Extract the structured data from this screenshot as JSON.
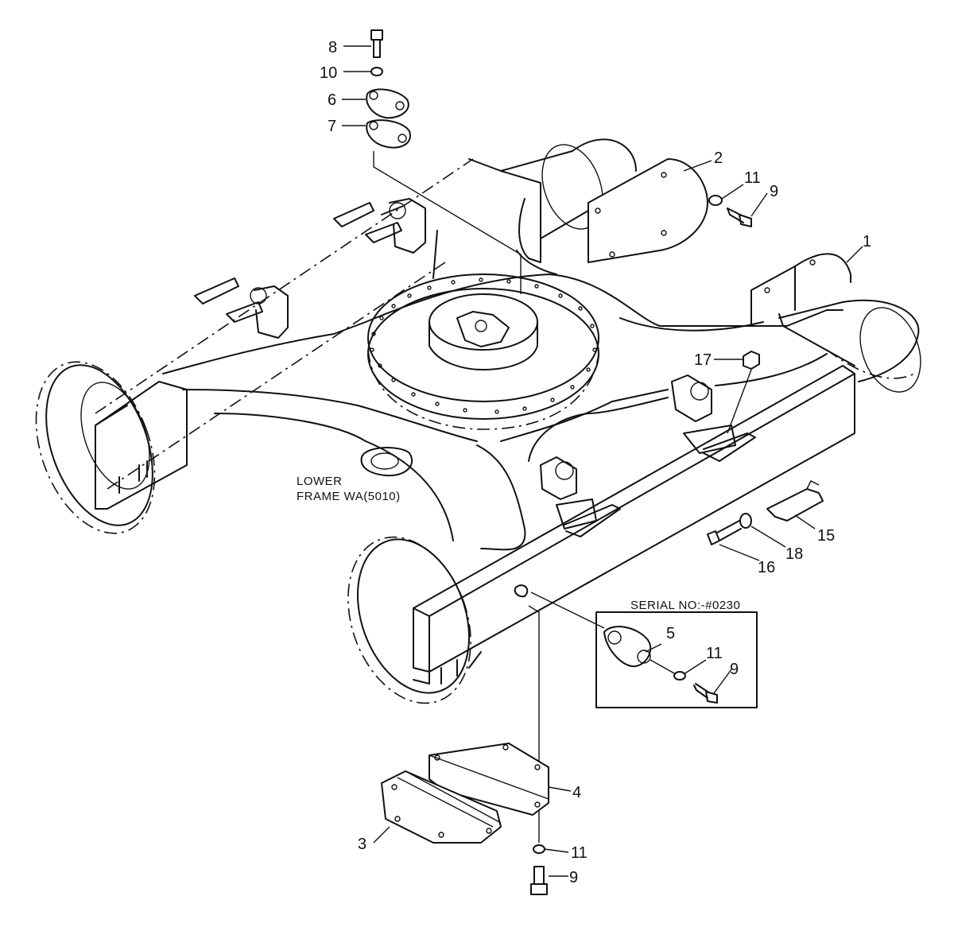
{
  "callouts": [
    {
      "id": "c8",
      "text": "8"
    },
    {
      "id": "c10",
      "text": "10"
    },
    {
      "id": "c6",
      "text": "6"
    },
    {
      "id": "c7",
      "text": "7"
    },
    {
      "id": "c2",
      "text": "2"
    },
    {
      "id": "c11a",
      "text": "11"
    },
    {
      "id": "c9a",
      "text": "9"
    },
    {
      "id": "c1",
      "text": "1"
    },
    {
      "id": "c17",
      "text": "17"
    },
    {
      "id": "c15",
      "text": "15"
    },
    {
      "id": "c18",
      "text": "18"
    },
    {
      "id": "c16",
      "text": "16"
    },
    {
      "id": "c5",
      "text": "5"
    },
    {
      "id": "c11b",
      "text": "11"
    },
    {
      "id": "c9b",
      "text": "9"
    },
    {
      "id": "c4",
      "text": "4"
    },
    {
      "id": "c3",
      "text": "3"
    },
    {
      "id": "c11c",
      "text": "11"
    },
    {
      "id": "c9c",
      "text": "9"
    }
  ],
  "frame_label": {
    "line1": "LOWER",
    "line2": "FRAME WA(5010)"
  },
  "serial_box": {
    "label": "SERIAL NO:-#0230"
  }
}
